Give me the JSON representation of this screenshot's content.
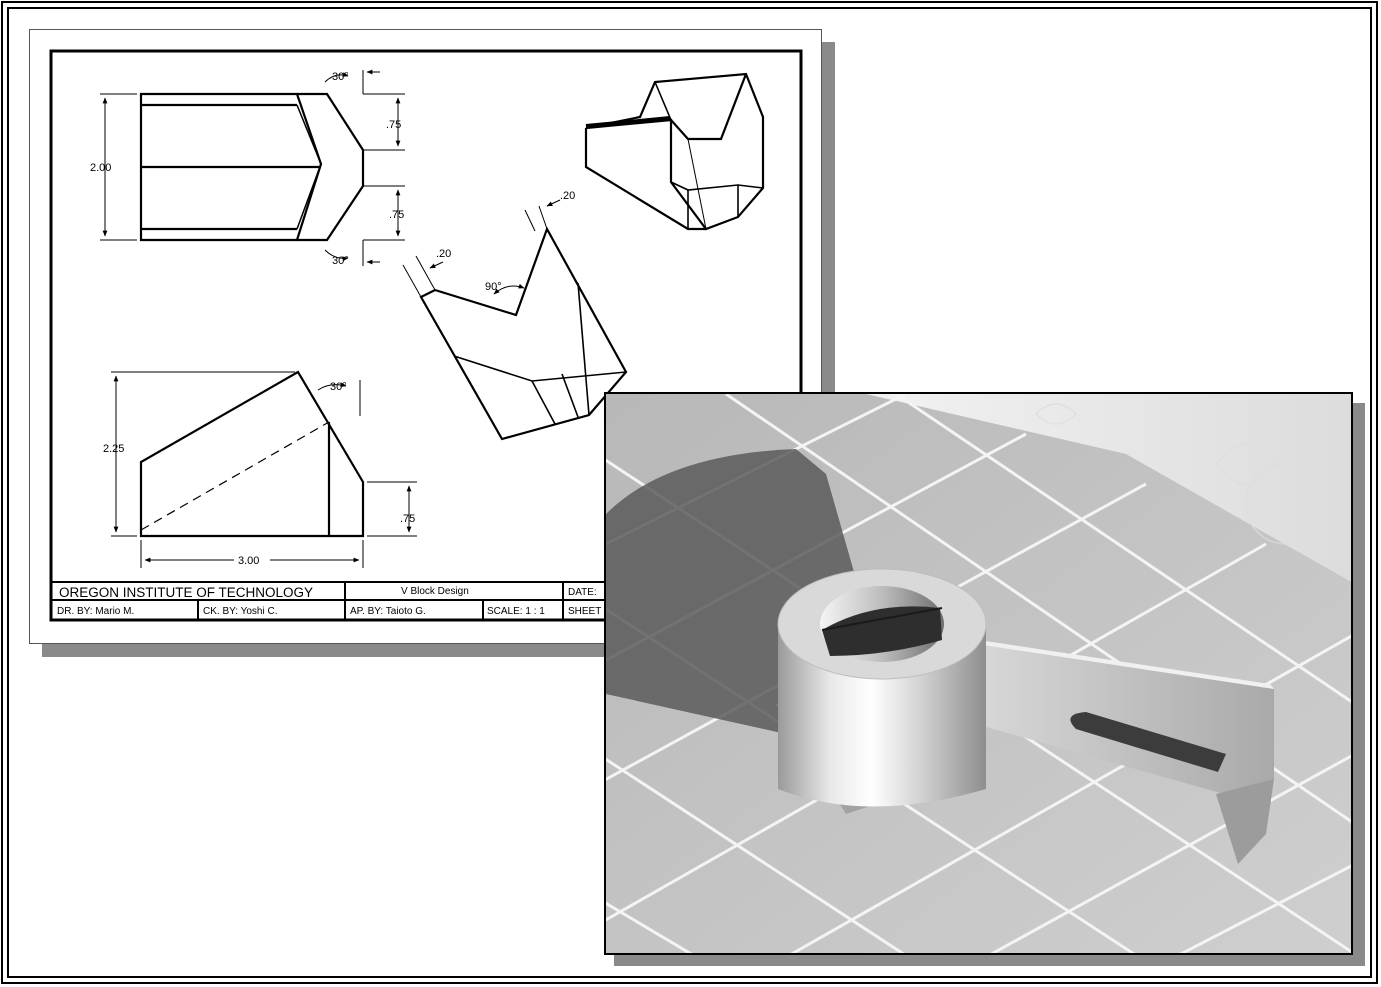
{
  "drawing": {
    "dimensions": {
      "width_2_00": "2.00",
      "angle_top_30": "30°",
      "angle_bottom_30": "30°",
      "top_075": ".75",
      "bottom_075": ".75",
      "right_020": ".20",
      "left_020": ".20",
      "angle_90": "90°",
      "height_2_25": "2.25",
      "angle_side_30": "30°",
      "side_075": ".75",
      "length_3_00": "3.00"
    },
    "title_block": {
      "company": "OREGON INSTITUTE OF TECHNOLOGY",
      "title": "V Block Design",
      "date_label": "DATE:",
      "drawn_by": "DR. BY:  Mario M.",
      "checked_by": "CK. BY:  Yoshi C.",
      "approved_by": "AP. BY:  Taioto G.",
      "scale": "SCALE:  1 : 1",
      "sheet_label": "SHEET"
    }
  },
  "colors": {
    "ink": "#000000",
    "paper": "#ffffff",
    "shadow": "#8a8a8a",
    "floor_tile": "#bdbdbd",
    "wall": "#e6e6e6"
  }
}
